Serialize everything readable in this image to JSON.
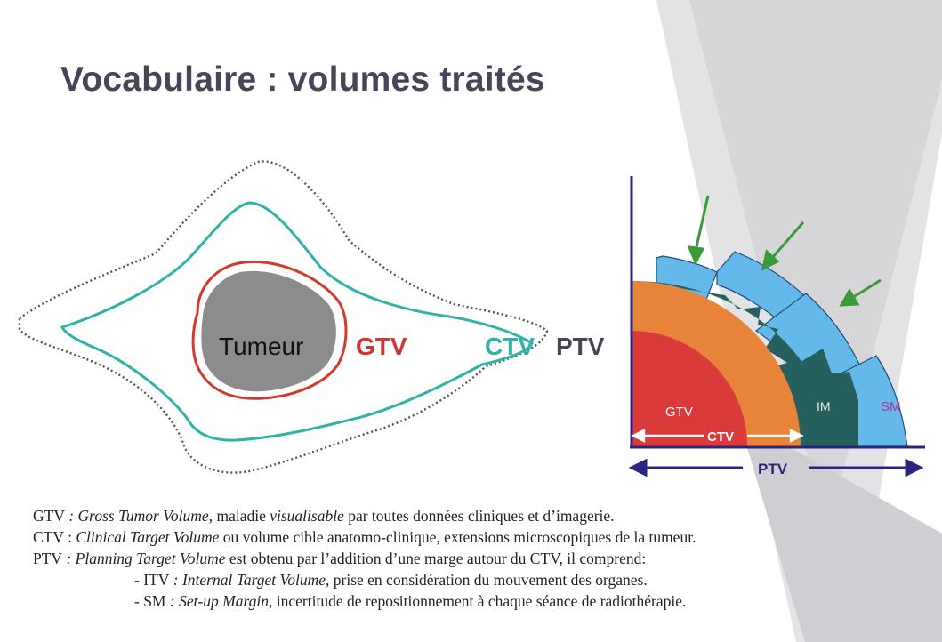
{
  "title": "Vocabulaire : volumes traités",
  "left_diagram": {
    "labels": {
      "tumor": "Tumeur",
      "gtv": "GTV",
      "ctv": "CTV",
      "ptv": "PTV"
    }
  },
  "right_diagram": {
    "labels": {
      "gtv": "GTV",
      "ctv": "CTV",
      "im": "IM",
      "sm": "SM",
      "ptv": "PTV"
    }
  },
  "definitions": [
    {
      "abbr": "GTV",
      "sep": " : ",
      "term": "Gross Tumor Volume",
      "text1": ", maladie ",
      "em": "visualisable",
      "text2": " par toutes données cliniques et d’imagerie."
    },
    {
      "abbr": "CTV",
      "sep": " : ",
      "term": "Clinical Target Volume",
      "text1": " ou volume cible anatomo-clinique, extensions microscopiques de la tumeur.",
      "em": "",
      "text2": ""
    },
    {
      "abbr": "PTV",
      "sep": " : ",
      "term": "Planning Target Volume",
      "text1": " est obtenu par l’addition d’une marge autour du CTV, il comprend:",
      "em": "",
      "text2": ""
    },
    {
      "abbr": "- ITV",
      "sep": " : ",
      "term": "Internal Target Volume",
      "text1": ", prise en considération du mouvement des organes.",
      "em": "",
      "text2": ""
    },
    {
      "abbr": "- SM",
      "sep": " : ",
      "term": "Set-up Margin",
      "text1": ", incertitude de repositionnement à chaque séance de radiothérapie.",
      "em": "",
      "text2": ""
    }
  ],
  "colors": {
    "title": "#4a4458",
    "gtv_contour": "#d23a2a",
    "ctv_contour": "#2fb3a8",
    "tumor_fill": "#8c8c8c",
    "gtv_fill": "#db3a3a",
    "ctv_fill": "#e8843a",
    "im_fill": "#25605f",
    "sm_fill": "#64b9ea",
    "arrow_green": "#3a9a3a",
    "axis_navy": "#2b2580"
  }
}
